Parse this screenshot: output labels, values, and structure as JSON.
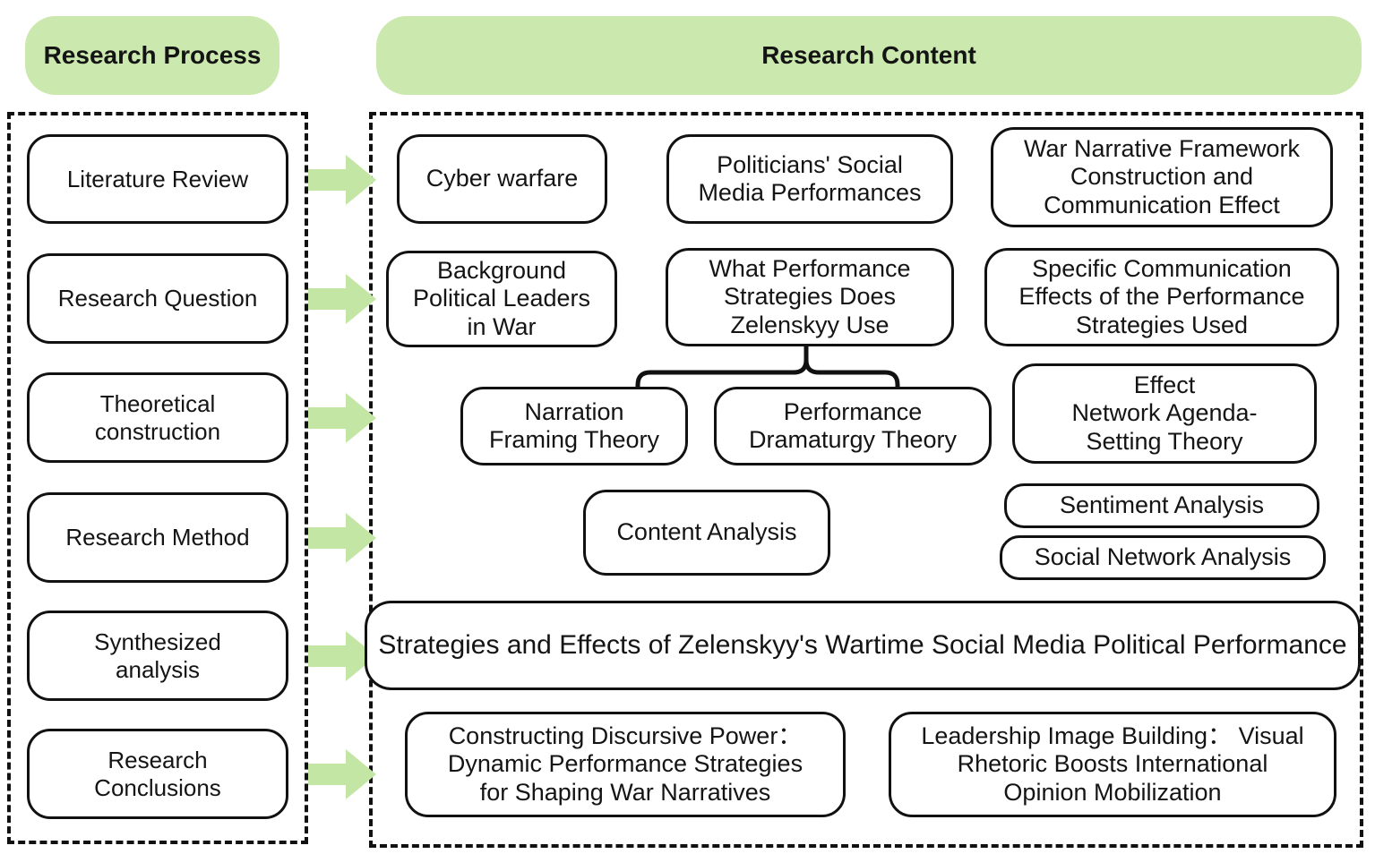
{
  "headers": {
    "process": "Research Process",
    "content": "Research Content"
  },
  "colors": {
    "header_green": "#cbe8ae",
    "arrow_green": "#c3e6a4",
    "arrow_stroke": "#b6dd94",
    "outline": "#111111",
    "background": "#ffffff"
  },
  "process_steps": [
    {
      "label": "Literature Review"
    },
    {
      "label": "Research Question"
    },
    {
      "label": "Theoretical\nconstruction"
    },
    {
      "label": "Research Method"
    },
    {
      "label": "Synthesized\nanalysis"
    },
    {
      "label": "Research\nConclusions"
    }
  ],
  "arrows": [
    {
      "name": "arrow-literature-review"
    },
    {
      "name": "arrow-research-question"
    },
    {
      "name": "arrow-theoretical-construction"
    },
    {
      "name": "arrow-research-method"
    },
    {
      "name": "arrow-synthesized-analysis"
    },
    {
      "name": "arrow-research-conclusions"
    }
  ],
  "content_nodes": {
    "cyber_warfare": "Cyber warfare",
    "politicians_social_media": "Politicians' Social\nMedia Performances",
    "war_narrative_framework": "War Narrative Framework\nConstruction and\nCommunication Effect",
    "background_political_leaders": "Background\nPolitical Leaders\nin War",
    "what_performance_strategies": "What Performance\nStrategies Does\nZelenskyy Use",
    "specific_communication_effects": "Specific Communication\nEffects of the Performance\nStrategies Used",
    "narration_framing_theory": "Narration\nFraming Theory",
    "performance_dramaturgy_theory": "Performance\nDramaturgy Theory",
    "effect_network_agenda": "Effect\nNetwork Agenda-\nSetting Theory",
    "content_analysis": "Content Analysis",
    "sentiment_analysis": "Sentiment Analysis",
    "social_network_analysis": "Social Network Analysis",
    "synthesis_banner": "Strategies and Effects of Zelenskyy's Wartime Social Media Political Performance",
    "conclusion_left": "Constructing Discursive Power：\nDynamic Performance Strategies\nfor Shaping War Narratives",
    "conclusion_right": "Leadership Image Building：  Visual\nRhetoric Boosts International\nOpinion Mobilization"
  }
}
